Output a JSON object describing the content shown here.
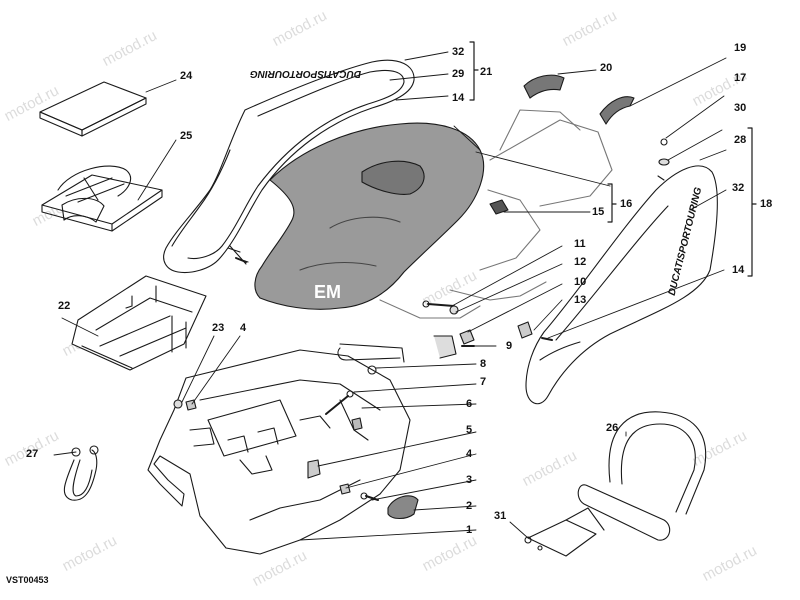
{
  "diagram": {
    "code": "VST00453",
    "watermark_text": "motod.ru",
    "decal_text": "DUCATISPORTOURING",
    "emblem_text": "EM",
    "labels": {
      "n1": "1",
      "n2": "2",
      "n3": "3",
      "n4a": "4",
      "n4b": "4",
      "n5": "5",
      "n6": "6",
      "n7": "7",
      "n8": "8",
      "n9": "9",
      "n10": "10",
      "n11": "11",
      "n12": "12",
      "n13": "13",
      "n14a": "14",
      "n14b": "14",
      "n15": "15",
      "n16": "16",
      "n17": "17",
      "n18": "18",
      "n19": "19",
      "n20": "20",
      "n21": "21",
      "n22": "22",
      "n23": "23",
      "n24": "24",
      "n25": "25",
      "n26": "26",
      "n27": "27",
      "n28": "28",
      "n29": "29",
      "n30": "30",
      "n31": "31",
      "n32a": "32",
      "n32b": "32"
    },
    "colors": {
      "line": "#1a1a1a",
      "seat_fill": "#9a9a9a",
      "watermark": "#dcdcdc"
    }
  }
}
